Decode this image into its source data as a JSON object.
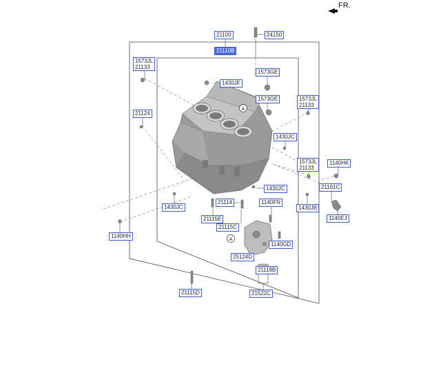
{
  "direction": {
    "label": "FR."
  },
  "colors": {
    "label_border": "#3a5fcd",
    "highlight_bg": "#4a6de0",
    "line": "#333333"
  },
  "callouts": {
    "c21100": "21100",
    "c21110b": "21110B",
    "c24150": "24150",
    "c1573jl_a": "1573JL",
    "c21133_a": "21133",
    "c1573ge_a": "1573GE",
    "c1430jf": "1430JF",
    "c1573ge_b": "1573GE",
    "c1573jl_b": "1573JL",
    "c21133_b": "21133",
    "c21124": "21124",
    "c1430jc_a": "1430JC",
    "c1573jl_c": "1573JL",
    "c21133_c": "21133",
    "c1140hk": "1140HK",
    "c21161c": "21161C",
    "c1430jc_b": "1430JC",
    "c21114": "21114",
    "c1140fn": "1140FN",
    "c1430jc_c": "1430JC",
    "c1430jb": "1430JB",
    "c21115e": "21115E",
    "c1140ej": "1140EJ",
    "c21115c": "21115C",
    "c1140hh": "1140HH",
    "c1140gd": "1140GD",
    "c25124d": "25124D",
    "c21119b": "21119B",
    "c21115d": "21115D",
    "c21522c": "21522C"
  },
  "markers": {
    "a1": "A",
    "a2": "A"
  }
}
